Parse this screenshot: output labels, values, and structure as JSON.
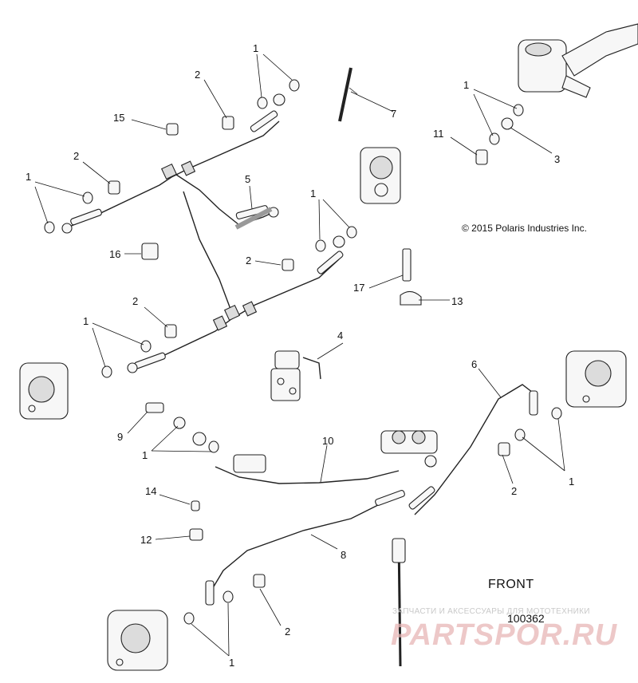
{
  "copyright": "© 2015 Polaris Industries Inc.",
  "front_label": "FRONT",
  "figure_number": "100362",
  "watermark": {
    "tagline": "ЗАПЧАСТИ И АКСЕССУАРЫ ДЛЯ МОТОТЕХНИКИ",
    "brand": "PARTSPOR.RU"
  },
  "callouts": [
    "1",
    "1",
    "1",
    "1",
    "1",
    "1",
    "1",
    "1",
    "2",
    "2",
    "2",
    "2",
    "2",
    "2",
    "3",
    "4",
    "5",
    "6",
    "7",
    "8",
    "9",
    "10",
    "11",
    "12",
    "13",
    "14",
    "15",
    "16",
    "17"
  ]
}
